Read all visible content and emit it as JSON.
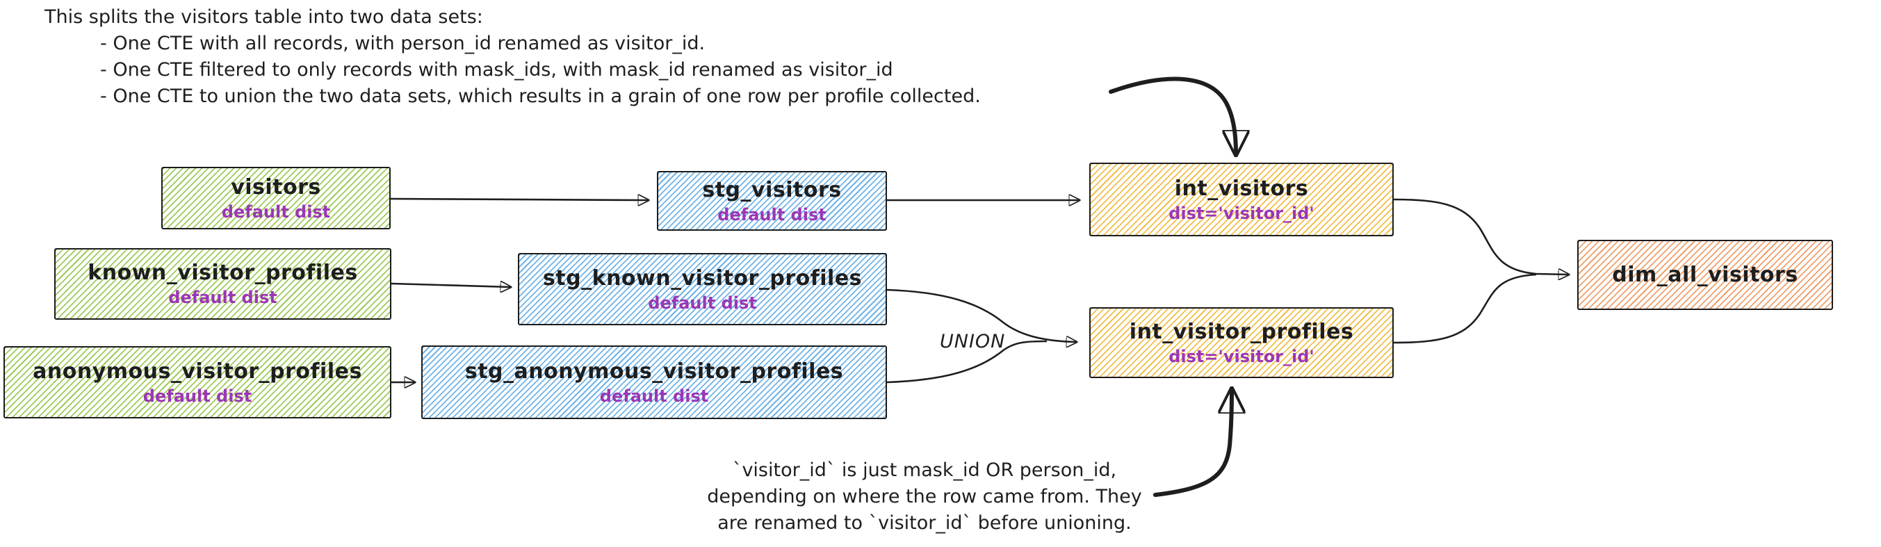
{
  "notes": {
    "top": {
      "intro": "This splits the visitors table into two data sets:",
      "bullets": [
        "- One CTE with all records, with person_id renamed as visitor_id.",
        "- One CTE filtered to only records with mask_ids, with mask_id renamed as visitor_id",
        "- One CTE to union the two data sets, which results in a grain of one row per profile collected."
      ]
    },
    "bottom": {
      "lines": [
        "`visitor_id` is just mask_id OR person_id,",
        "depending on where the row came from. They",
        "are renamed to `visitor_id` before unioning."
      ]
    }
  },
  "labels": {
    "union": "UNION"
  },
  "colors": {
    "green": "#9ecb5a",
    "blue": "#6fb3e8",
    "yellow": "#f2bf49",
    "orange": "#efa06b",
    "purple": "#9c36b5",
    "ink": "#1e1e1e"
  },
  "nodes": [
    {
      "id": "visitors",
      "title": "visitors",
      "subtitle": "default dist",
      "color": "green"
    },
    {
      "id": "stg_visitors",
      "title": "stg_visitors",
      "subtitle": "default dist",
      "color": "blue"
    },
    {
      "id": "int_visitors",
      "title": "int_visitors",
      "subtitle": "dist='visitor_id'",
      "color": "yellow"
    },
    {
      "id": "known_visitor_profiles",
      "title": "known_visitor_profiles",
      "subtitle": "default dist",
      "color": "green"
    },
    {
      "id": "stg_known_visitor_profiles",
      "title": "stg_known_visitor_profiles",
      "subtitle": "default dist",
      "color": "blue"
    },
    {
      "id": "anonymous_visitor_profiles",
      "title": "anonymous_visitor_profiles",
      "subtitle": "default dist",
      "color": "green"
    },
    {
      "id": "stg_anonymous_visitor_profiles",
      "title": "stg_anonymous_visitor_profiles",
      "subtitle": "default dist",
      "color": "blue"
    },
    {
      "id": "int_visitor_profiles",
      "title": "int_visitor_profiles",
      "subtitle": "dist='visitor_id'",
      "color": "yellow"
    },
    {
      "id": "dim_all_visitors",
      "title": "dim_all_visitors",
      "subtitle": "",
      "color": "orange"
    }
  ],
  "edges": [
    {
      "from": "visitors",
      "to": "stg_visitors"
    },
    {
      "from": "stg_visitors",
      "to": "int_visitors"
    },
    {
      "from": "known_visitor_profiles",
      "to": "stg_known_visitor_profiles"
    },
    {
      "from": "anonymous_visitor_profiles",
      "to": "stg_anonymous_visitor_profiles"
    },
    {
      "from": "stg_known_visitor_profiles",
      "to": "int_visitor_profiles",
      "label": "UNION"
    },
    {
      "from": "stg_anonymous_visitor_profiles",
      "to": "int_visitor_profiles",
      "label": "UNION"
    },
    {
      "from": "int_visitors",
      "to": "dim_all_visitors"
    },
    {
      "from": "int_visitor_profiles",
      "to": "dim_all_visitors"
    },
    {
      "from": "note-top",
      "to": "int_visitors"
    },
    {
      "from": "note-bottom",
      "to": "int_visitor_profiles"
    }
  ]
}
